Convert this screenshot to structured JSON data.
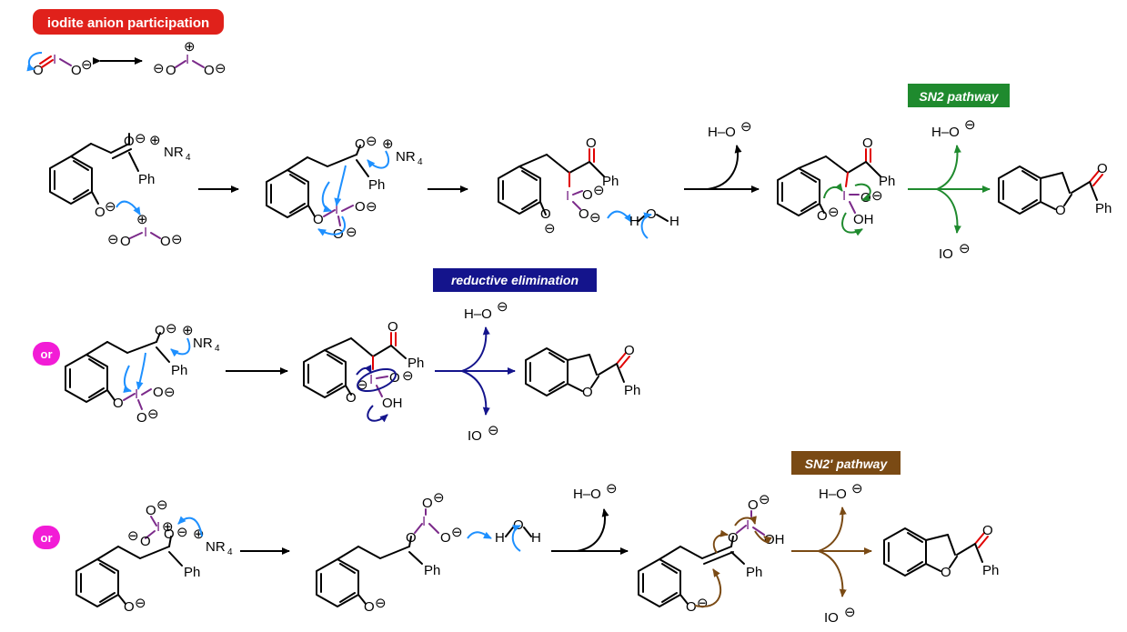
{
  "title_badge": "iodite anion participation",
  "colors": {
    "title_badge": "#e0211b",
    "sn2_badge": "#1f8a2e",
    "re_badge": "#14148c",
    "sn2p_badge": "#7a4a14",
    "or_badge": "#f21cd6",
    "blue_arrow": "#1e90ff",
    "green_arrow": "#1f8a2e",
    "navy_arrow": "#14148c",
    "brown_arrow": "#7a4a14",
    "iodine": "#7b2a8a",
    "carbonyl": "#e00000"
  },
  "pathways": {
    "sn2": "SN2 pathway",
    "re": "reductive elimination",
    "sn2p": "SN2' pathway"
  },
  "or_label": "or",
  "atoms": {
    "O": "O",
    "I": "I",
    "Ph": "Ph",
    "NR4": "NR",
    "sub4": "4",
    "H": "H",
    "OH": "OH",
    "IO": "IO",
    "HO": "H–O",
    "minus": "⊖",
    "plus": "⊕"
  }
}
